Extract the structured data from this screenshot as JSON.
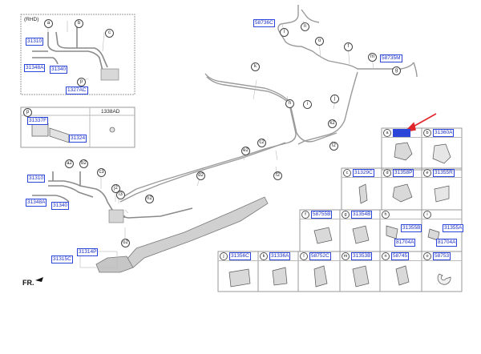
{
  "inset_rhd": {
    "title": "(RHD)",
    "callouts": [
      "a",
      "b",
      "c",
      "p"
    ],
    "labels": [
      "31310",
      "31348A",
      "31340",
      "1327AC"
    ]
  },
  "inset_p": {
    "letter": "p",
    "part_label": "1338AD",
    "labels": [
      "31337F",
      "31324"
    ]
  },
  "main_labels": {
    "l_58736": "58736C",
    "l_58735": "58735M",
    "l_31310": "31310",
    "l_31348": "31348A",
    "l_31340": "31340",
    "l_31314": "31314P",
    "l_31315": "31315C"
  },
  "main_callouts": [
    "k",
    "l",
    "m",
    "n",
    "o",
    "f",
    "g",
    "h",
    "i",
    "j",
    "k2",
    "l2",
    "c2",
    "e2",
    "f2",
    "d2",
    "a2",
    "b2",
    "c3",
    "j2",
    "l3",
    "n2",
    "o2"
  ],
  "fr_label": "FR.",
  "grid_cells": [
    {
      "letter": "a",
      "part": "",
      "highlight": true
    },
    {
      "letter": "b",
      "part": "31360A",
      "highlight": false
    },
    {
      "letter": "c",
      "part": "31329C",
      "highlight": false
    },
    {
      "letter": "d",
      "part": "31358P",
      "highlight": false
    },
    {
      "letter": "e",
      "part": "31355R",
      "highlight": false
    },
    {
      "letter": "f",
      "part": "58755B",
      "highlight": false
    },
    {
      "letter": "g",
      "part": "31354B",
      "highlight": false
    },
    {
      "letter": "h",
      "part": "",
      "highlight": false,
      "sub": [
        "31355B",
        "81704A"
      ]
    },
    {
      "letter": "i",
      "part": "",
      "highlight": false,
      "sub": [
        "31355A",
        "81704A"
      ]
    },
    {
      "letter": "j",
      "part": "31356C",
      "highlight": false
    },
    {
      "letter": "k",
      "part": "31336A",
      "highlight": false
    },
    {
      "letter": "l",
      "part": "58752C",
      "highlight": false
    },
    {
      "letter": "m",
      "part": "31353B",
      "highlight": false
    },
    {
      "letter": "n",
      "part": "58745",
      "highlight": false
    },
    {
      "letter": "o",
      "part": "58753",
      "highlight": false
    }
  ],
  "colors": {
    "label_blue": "#2b46d9",
    "arrow_red": "#e0262a",
    "line_gray": "#9a9a9a"
  }
}
